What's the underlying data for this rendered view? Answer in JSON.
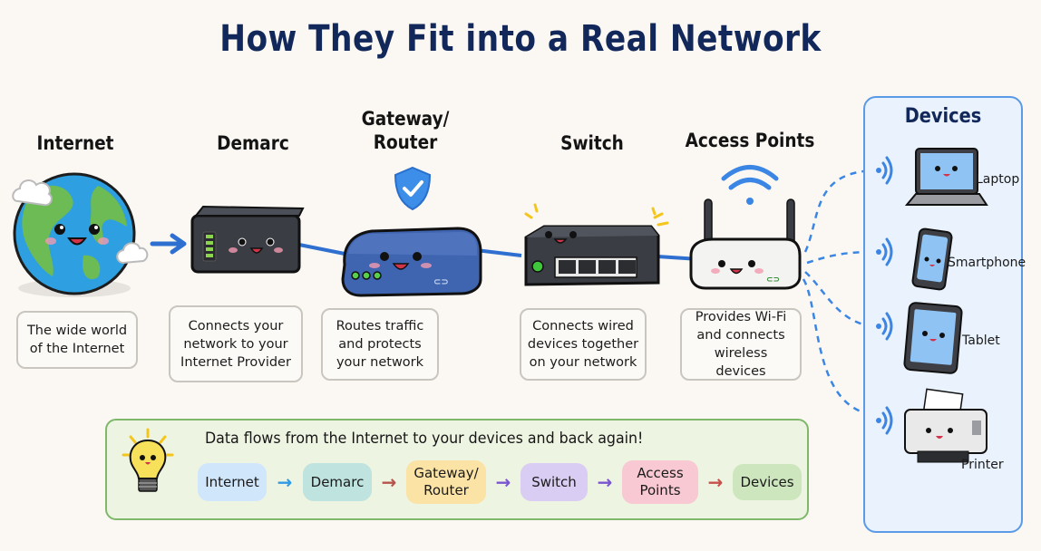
{
  "title": "How They Fit into a Real Network",
  "nodes": [
    {
      "id": "internet",
      "label": "Internet",
      "description": "The wide world\nof the Internet"
    },
    {
      "id": "demarc",
      "label": "Demarc",
      "description": "Connects your\nnetwork to your\nInternet Provider"
    },
    {
      "id": "gateway",
      "label": "Gateway/\nRouter",
      "description": "Routes traffic\nand protects\nyour network"
    },
    {
      "id": "switch",
      "label": "Switch",
      "description": "Connects wired\ndevices together\non your network"
    },
    {
      "id": "access_points",
      "label": "Access Points",
      "description": "Provides Wi-Fi\nand connects\nwireless devices"
    }
  ],
  "devices": {
    "title": "Devices",
    "items": [
      {
        "label": "Laptop",
        "icon": "laptop-icon"
      },
      {
        "label": "Smartphone",
        "icon": "smartphone-icon"
      },
      {
        "label": "Tablet",
        "icon": "tablet-icon"
      },
      {
        "label": "Printer",
        "icon": "printer-icon"
      }
    ]
  },
  "flow": {
    "caption": "Data flows from the Internet to your devices and back again!",
    "steps": [
      {
        "label": "Internet",
        "color": "#cfe6fb"
      },
      {
        "label": "Demarc",
        "color": "#bfe3df"
      },
      {
        "label": "Gateway/\nRouter",
        "color": "#fbe3a6"
      },
      {
        "label": "Switch",
        "color": "#d9cdf3"
      },
      {
        "label": "Access\nPoints",
        "color": "#f8c9d2"
      },
      {
        "label": "Devices",
        "color": "#cde6bd"
      }
    ],
    "arrow_colors": [
      "#2f9be6",
      "#b5534a",
      "#7a55d1",
      "#7a55d1",
      "#c8504a"
    ],
    "arrow_glyph": "→"
  },
  "colors": {
    "title": "#12285a",
    "cable": "#2f6fd0",
    "wifi": "#3b86e4",
    "devices_border": "#5a9ae6",
    "flow_border": "#7fb86a"
  }
}
